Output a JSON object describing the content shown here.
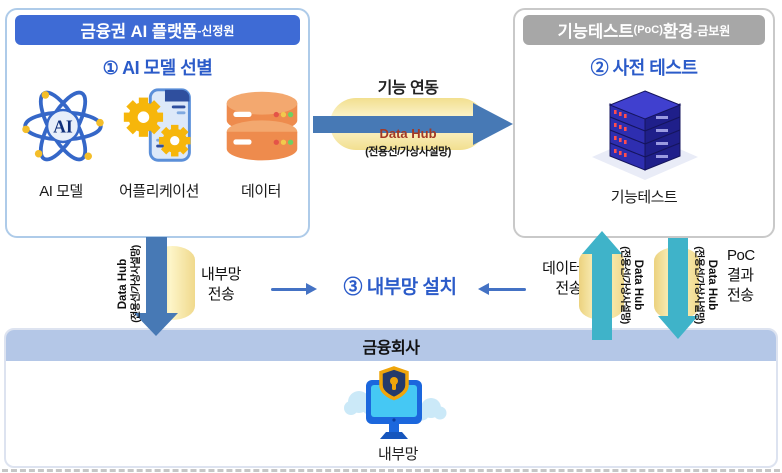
{
  "left_panel": {
    "header_main": "금융권 AI 플랫폼",
    "header_suffix": "-신정원",
    "step_label": "① AI 모델 선별",
    "atom_icon_text": "AI",
    "item_labels": [
      "AI 모델",
      "어플리케이션",
      "데이터"
    ]
  },
  "right_panel": {
    "header_main": "기능테스트",
    "header_poc": "(PoC)",
    "header_env": "환경",
    "header_suffix": "-금보원",
    "step_label": "② 사전 테스트",
    "server_label": "기능테스트"
  },
  "top_link": {
    "label": "기능 연동"
  },
  "data_hub": {
    "name": "Data Hub",
    "sub": "(전용선/가상사설망)"
  },
  "middle": {
    "step_label": "③ 내부망 설치",
    "internal_transfer_label": "내부망\n전송",
    "data_transfer_label": "데이터\n전송",
    "poc_result_label": "PoC\n결과\n전송"
  },
  "bottom": {
    "company_label": "금융회사",
    "internal_network_label": "내부망"
  },
  "colors": {
    "header_blue": "#3e6bd5",
    "header_gray": "#a7a7a7",
    "step_text_blue": "#2b5bc9",
    "steel_arrow": "#4779b5",
    "teal_arrow": "#3fb3c9",
    "hub_yellow": "#f7e6a2",
    "company_bar": "#b4c7e7",
    "data_hub_text": "#a33926"
  }
}
